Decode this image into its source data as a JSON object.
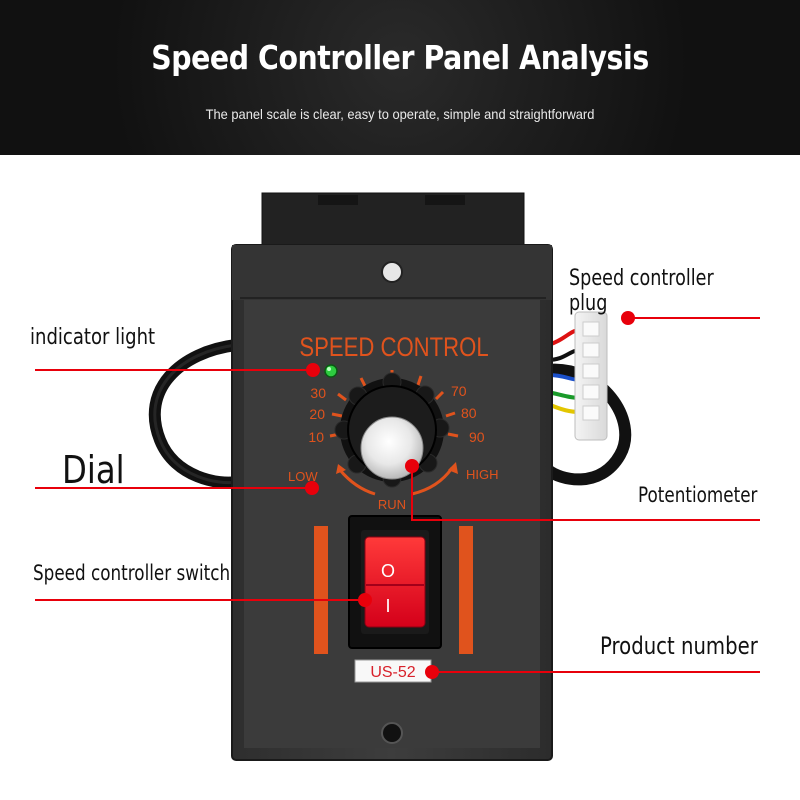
{
  "header": {
    "title": "Speed Controller Panel Analysis",
    "subtitle": "The panel scale is clear, easy to operate, simple and straightforward"
  },
  "panel": {
    "heading": "SPEED CONTROL",
    "scale_left": [
      "30",
      "20",
      "10"
    ],
    "scale_right": [
      "70",
      "80",
      "90"
    ],
    "low": "LOW",
    "high": "HIGH",
    "run": "RUN",
    "switch_on": "O",
    "switch_off": "I",
    "model": "US-52"
  },
  "callouts": {
    "indicator_light": "indicator light",
    "dial": "Dial",
    "switch": "Speed controller switch",
    "plug": "Speed controller plug",
    "potentiometer": "Potentiometer",
    "product_number": "Product number"
  },
  "colors": {
    "accent_red": "#e8000b",
    "panel_orange": "#e0531d",
    "panel_body": "#3a3a3a"
  }
}
